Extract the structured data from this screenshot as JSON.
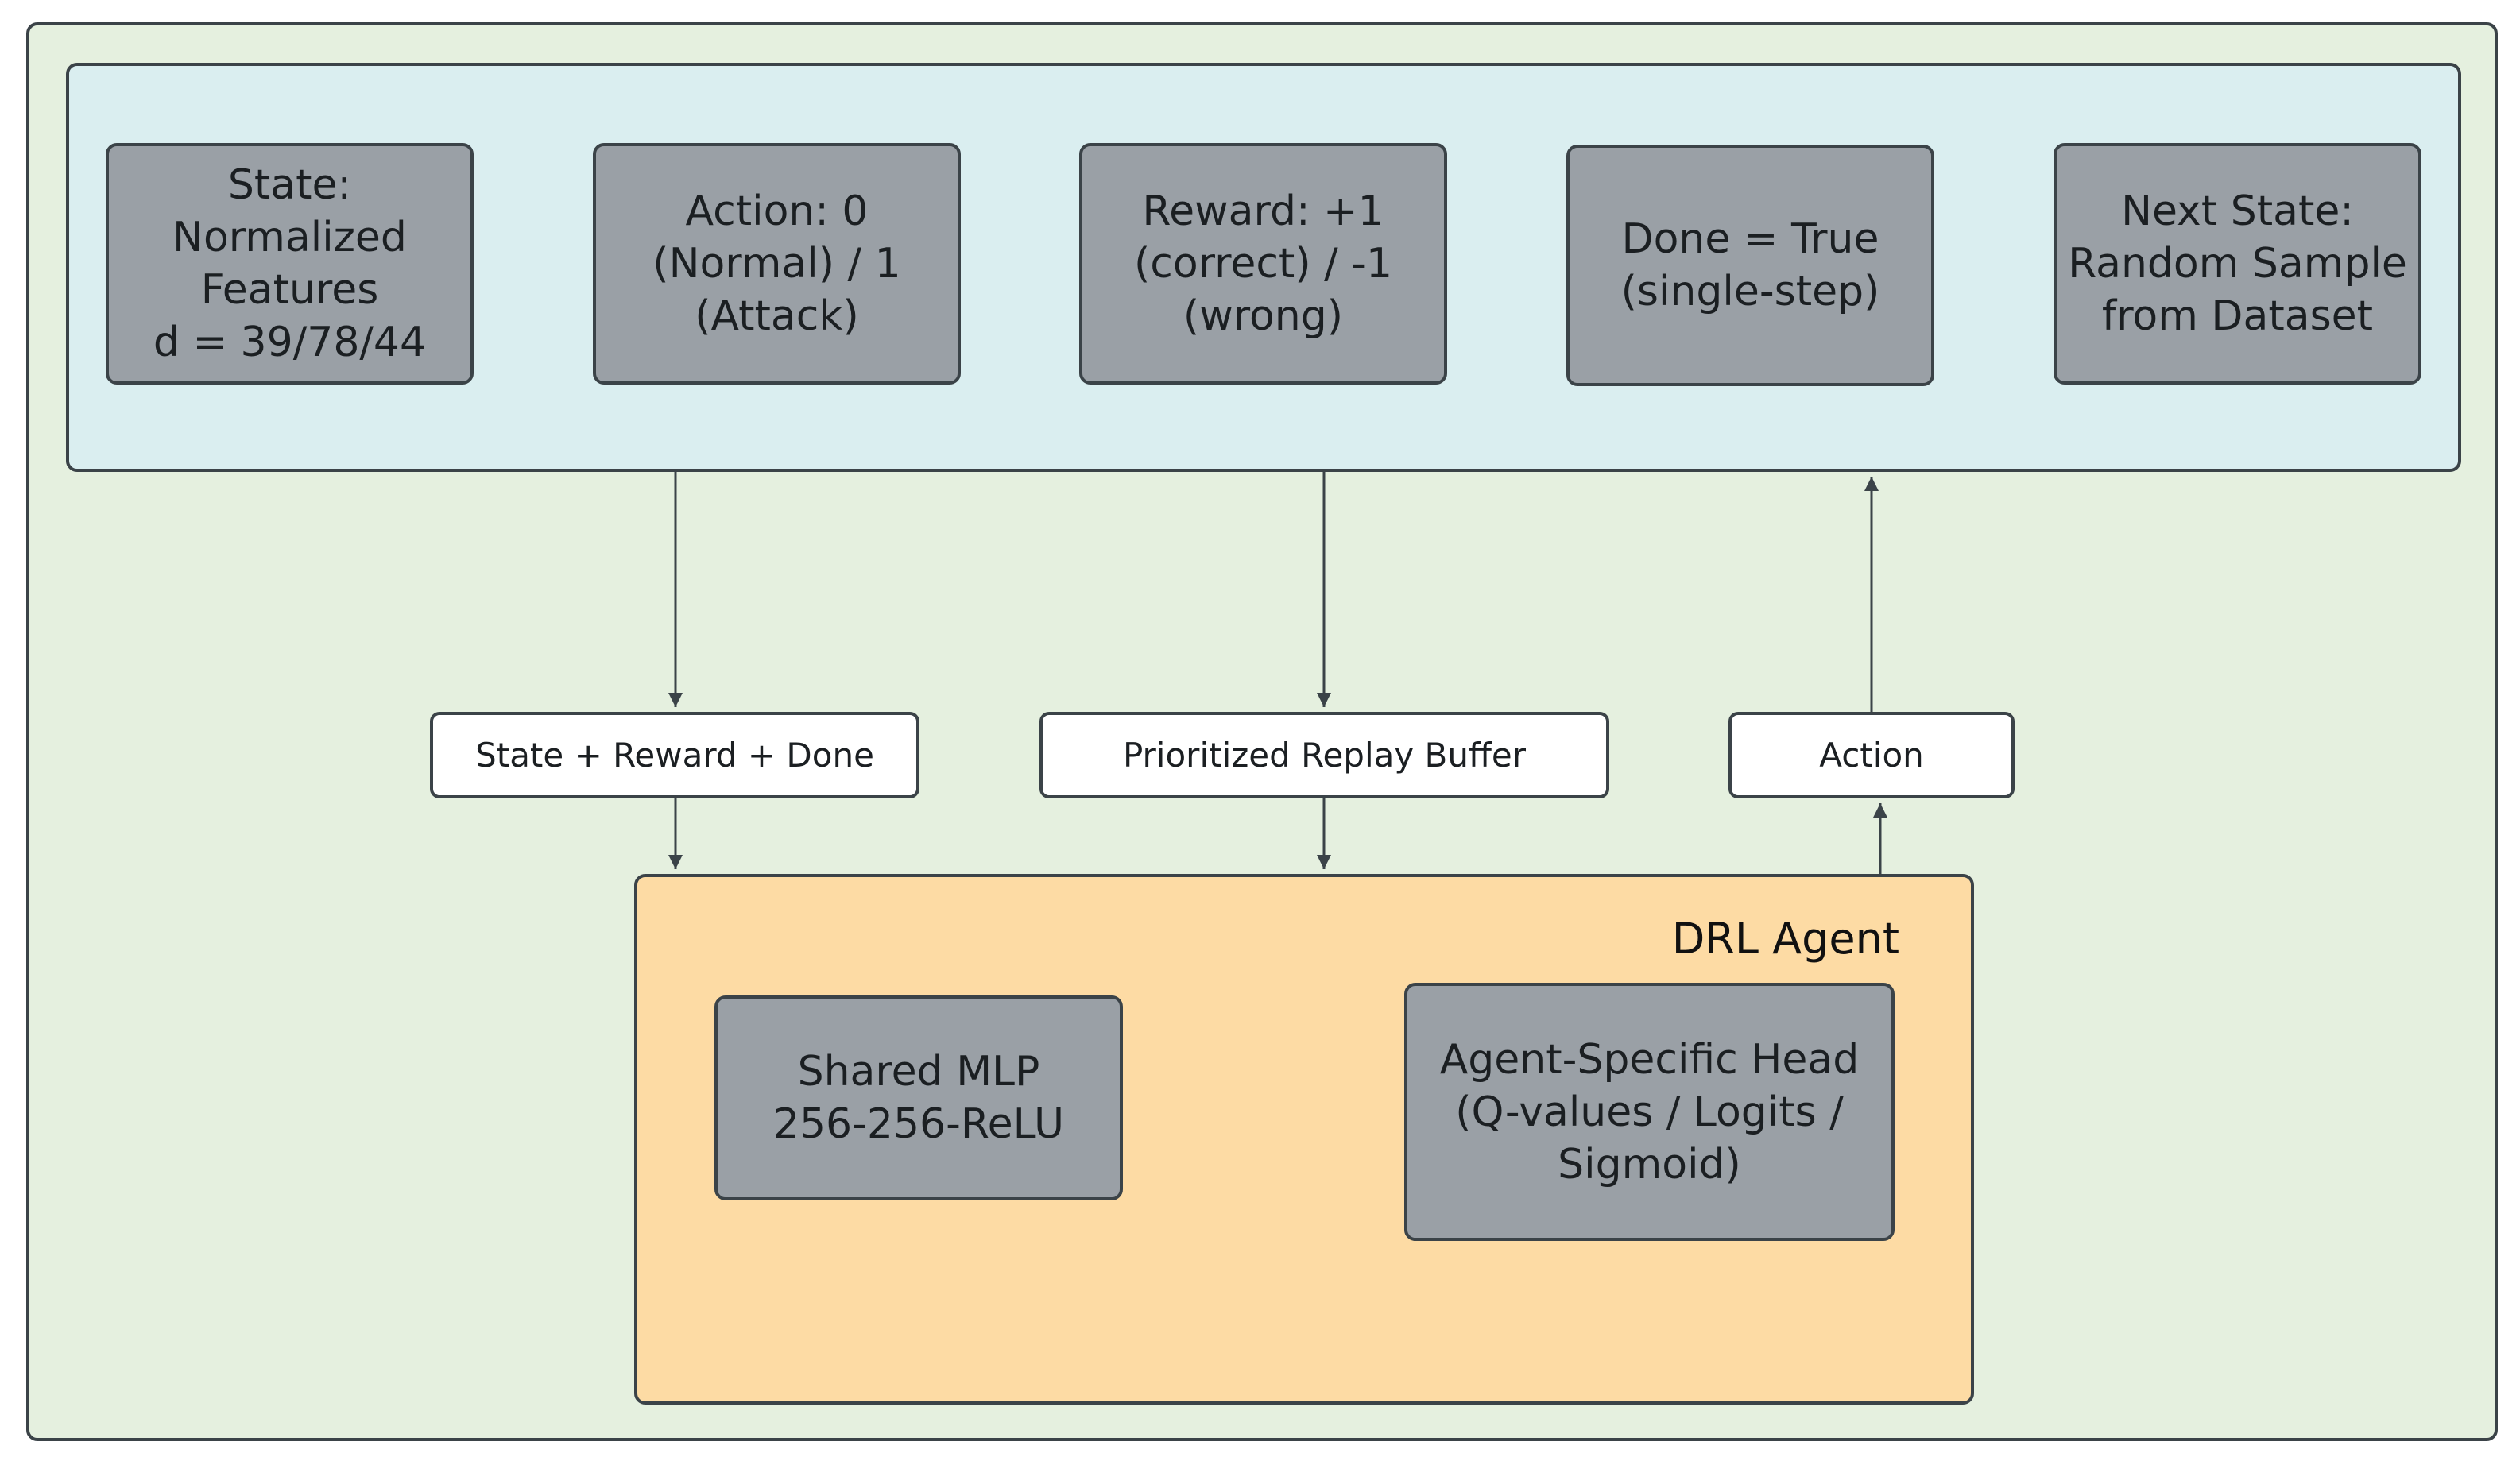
{
  "environment": {
    "state": "State:\nNormalized\nFeatures\nd = 39/78/44",
    "action": "Action: 0\n(Normal) / 1\n(Attack)",
    "reward": "Reward: +1\n(correct) / -1\n(wrong)",
    "done": "Done = True\n(single-step)",
    "next_state": "Next State:\nRandom Sample\nfrom Dataset"
  },
  "labels": {
    "state_reward_done": "State + Reward + Done",
    "replay_buffer": "Prioritized Replay Buffer",
    "action": "Action"
  },
  "agent": {
    "title": "DRL Agent",
    "shared_mlp": "Shared MLP\n256-256-ReLU",
    "head": "Agent-Specific Head\n(Q-values / Logits /\nSigmoid)"
  },
  "colors": {
    "outer_background": "#e5f0df",
    "environment_background": "#daeef0",
    "agent_background": "#fddba4",
    "node_fill": "#9aa0a6",
    "border": "#3b4348"
  }
}
